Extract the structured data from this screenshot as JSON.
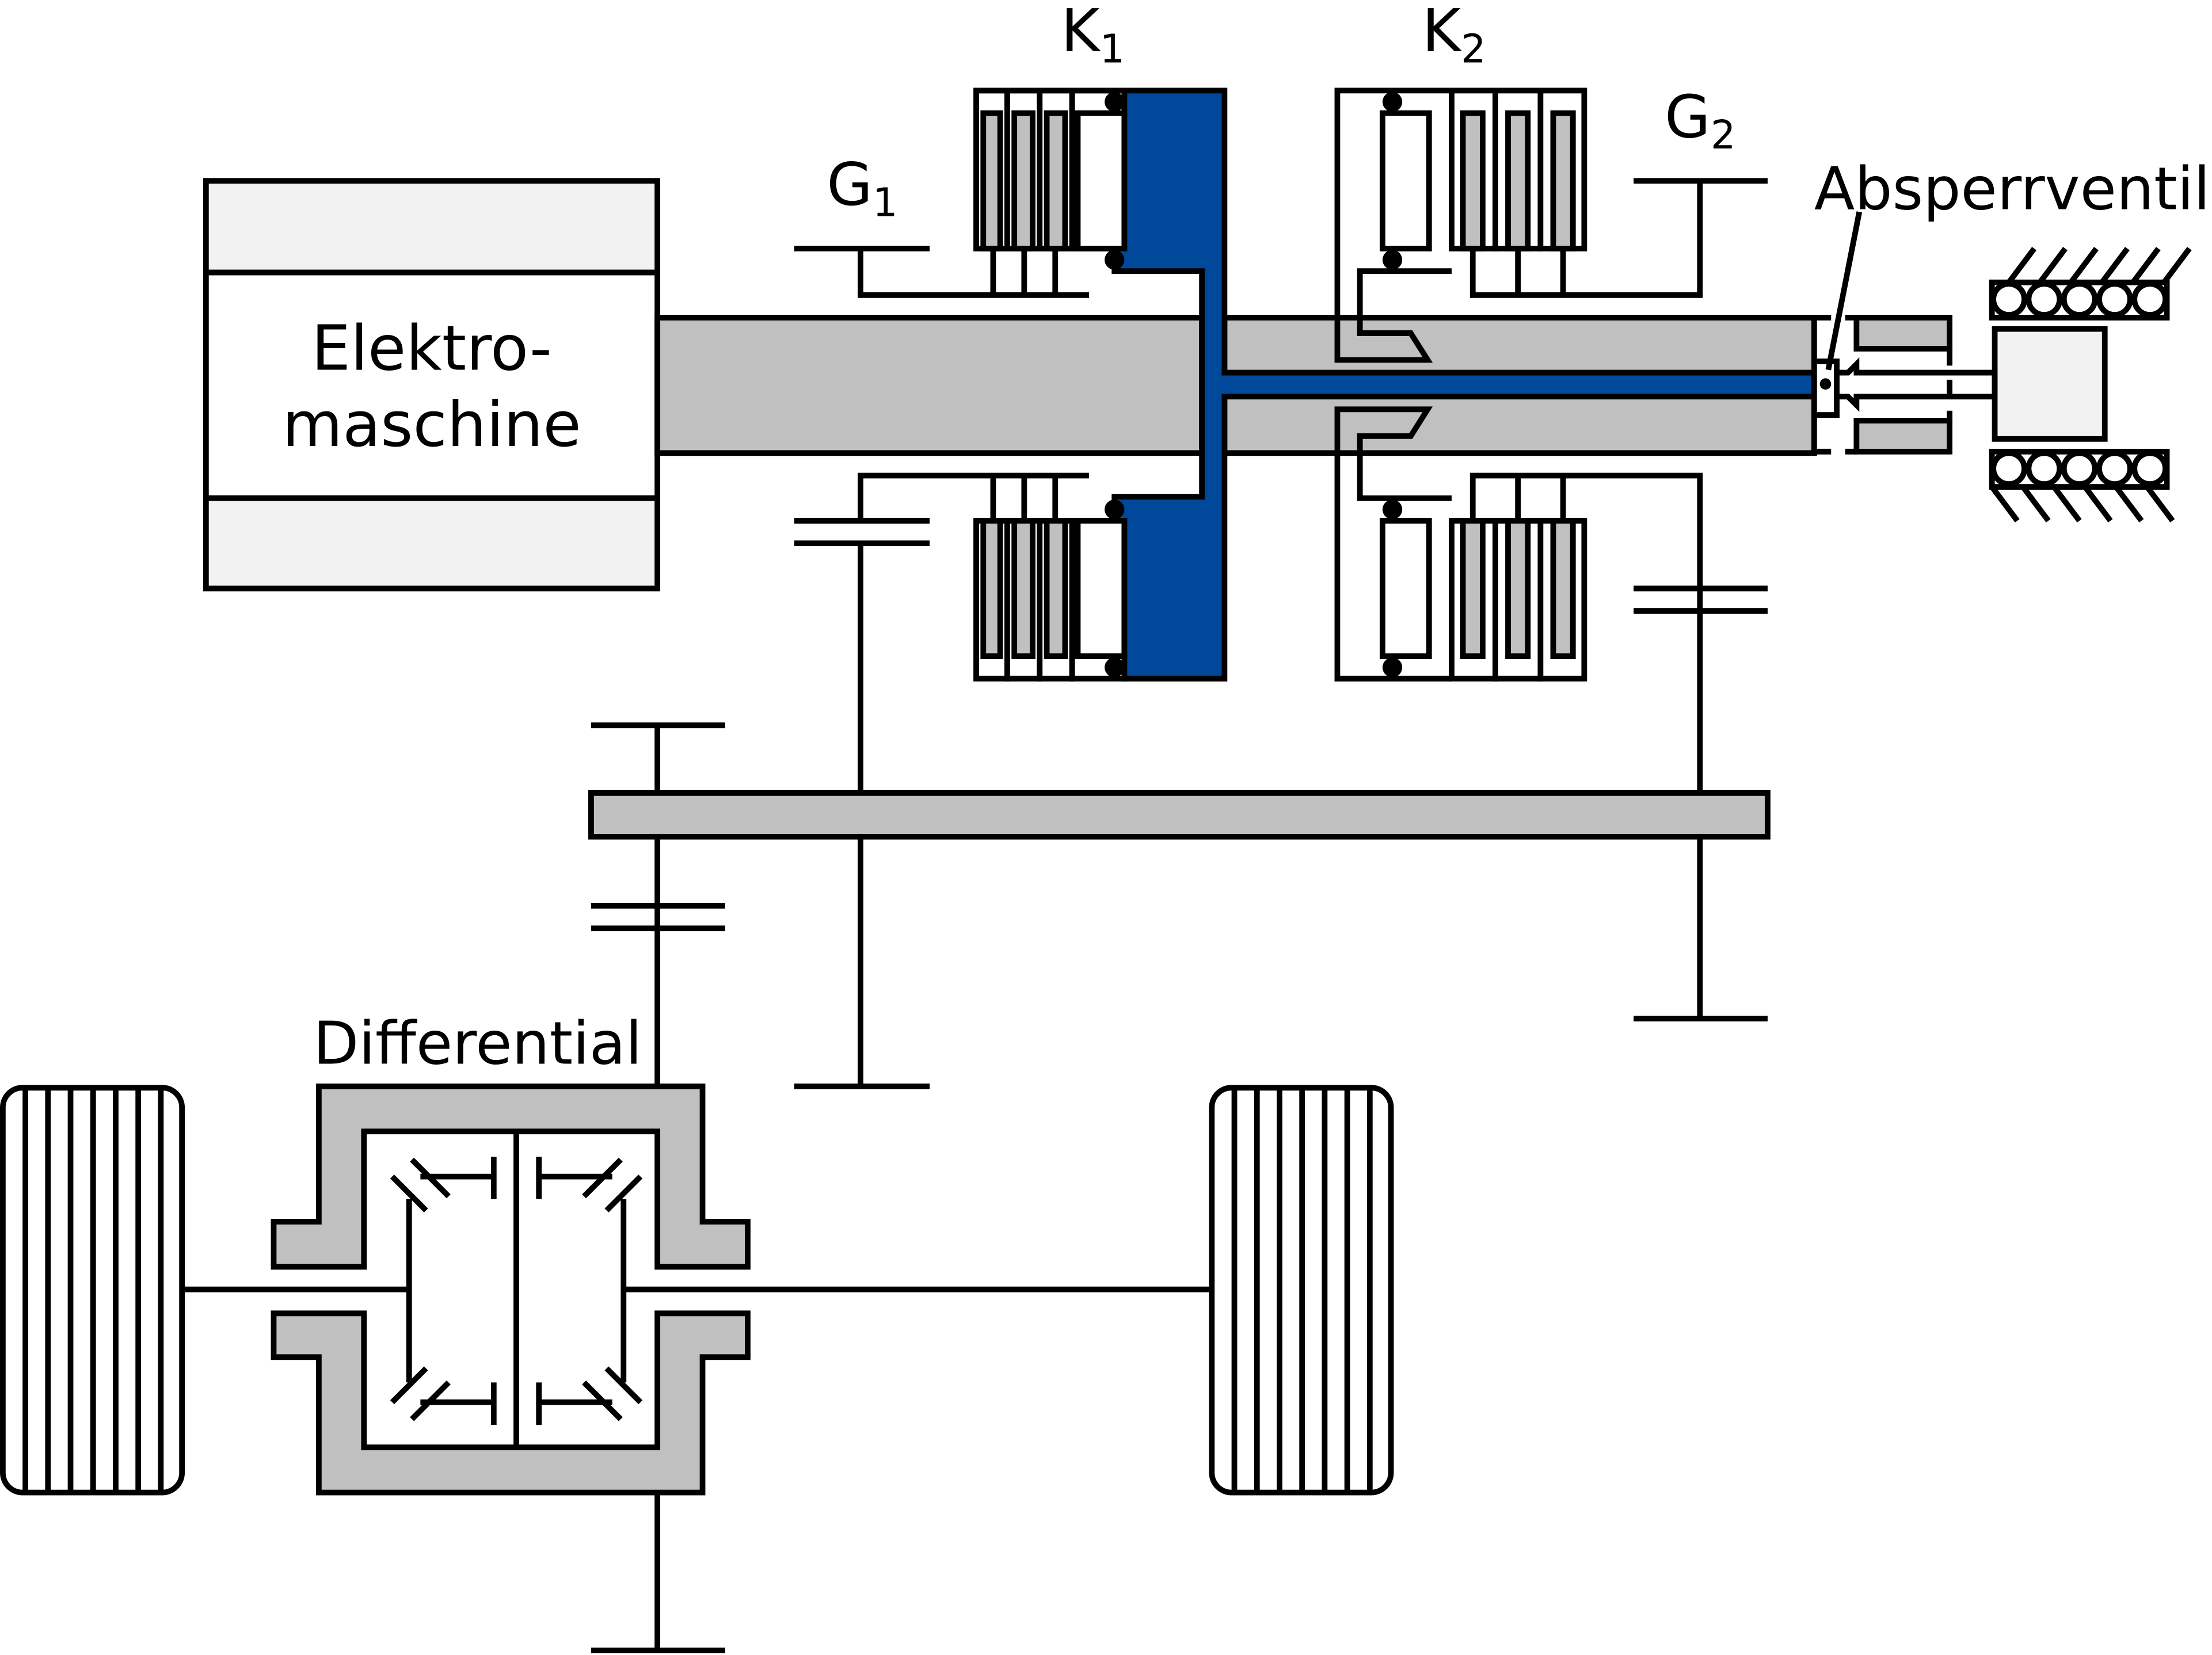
{
  "labels": {
    "motor_line1": "Elektro-",
    "motor_line2": "maschine",
    "clutch1": "K",
    "clutch1_sub": "1",
    "clutch2": "K",
    "clutch2_sub": "2",
    "gear1": "G",
    "gear1_sub": "1",
    "gear2": "G",
    "gear2_sub": "2",
    "valve": "Absperrventil",
    "differential": "Differential"
  },
  "colors": {
    "hydraulic": "#004899",
    "component": "#c0c0c0",
    "housing": "#f2f2f2",
    "line": "#000000"
  }
}
